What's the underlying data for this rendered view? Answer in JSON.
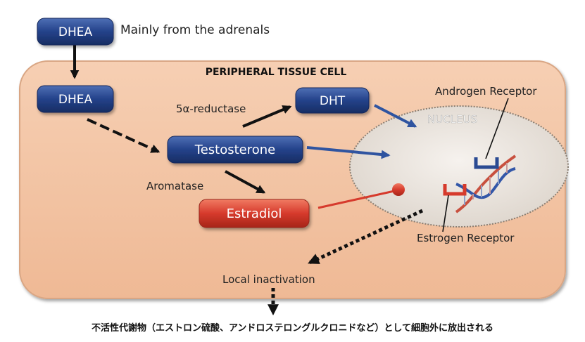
{
  "colors": {
    "cell_fill": "#f3c3a3",
    "pill_blue": "#23407e",
    "pill_red": "#d63a2c",
    "nucleus_fill": "#ece6df",
    "arrow_blue": "#2f54a0",
    "arrow_red": "#d63a2c"
  },
  "diagram": {
    "cell_title": "PERIPHERAL TISSUE CELL",
    "dhea_outside": "DHEA",
    "adrenals_note": "Mainly from the adrenals",
    "dhea_inside": "DHEA",
    "reductase_label": "5α-reductase",
    "dht": "DHT",
    "testosterone": "Testosterone",
    "aromatase_label": "Aromatase",
    "estradiol": "Estradiol",
    "nucleus": "NUCLEUS",
    "androgen_receptor": "Androgen Receptor",
    "estrogen_receptor": "Estrogen Receptor",
    "local_inactivation": "Local inactivation"
  },
  "caption": "不活性代謝物（エストロン硫酸、アンドロステロングルクロニドなど）として細胞外に放出される"
}
